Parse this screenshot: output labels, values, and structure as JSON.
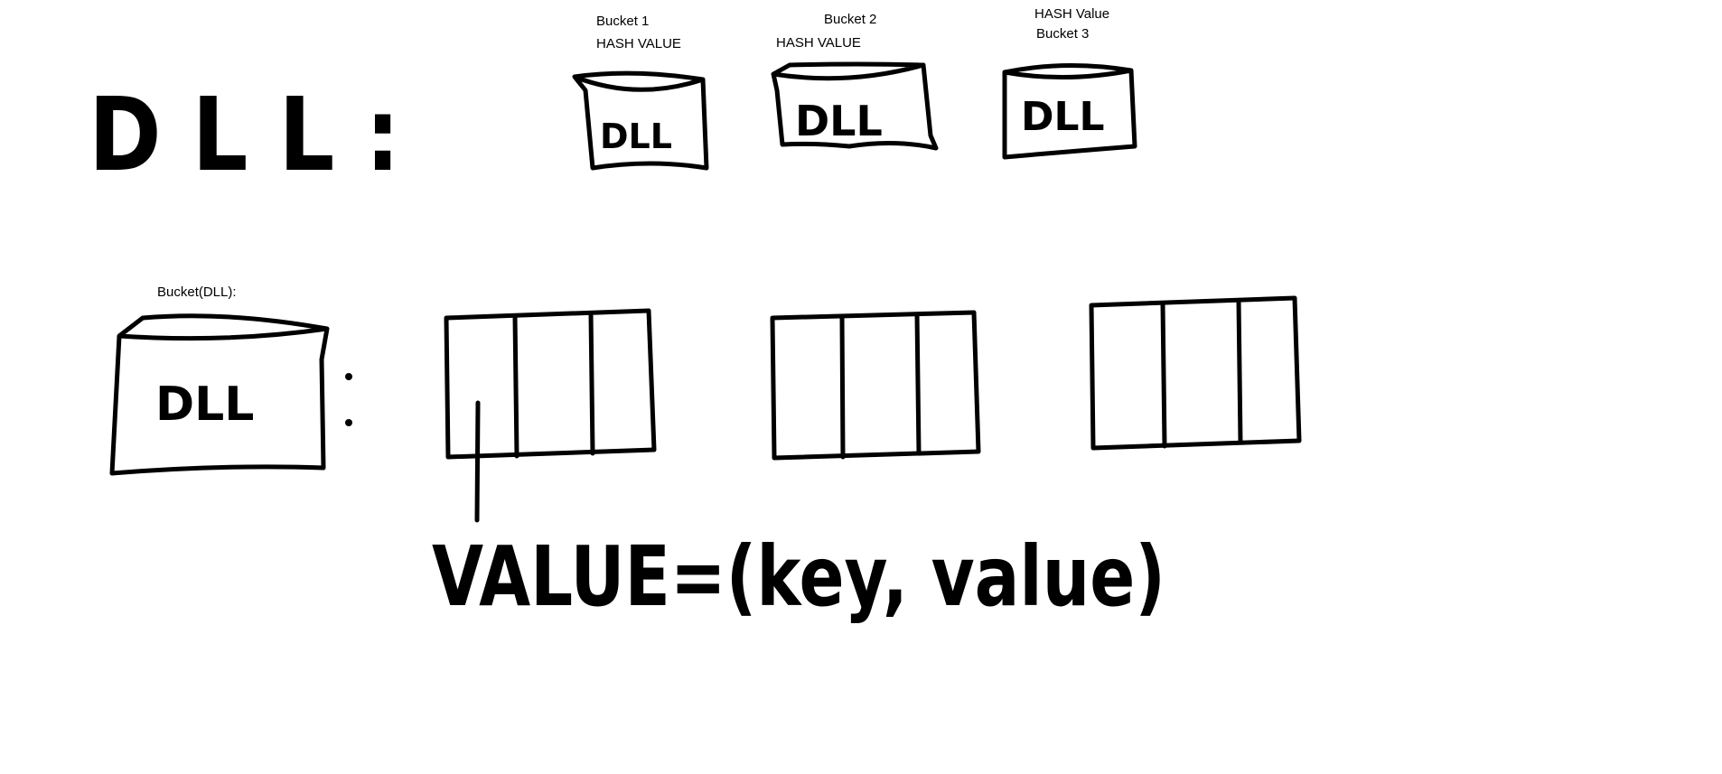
{
  "top_row": {
    "title": "D L L :",
    "buckets": [
      {
        "label_line1": "Bucket 1",
        "label_line2": "HASH VALUE",
        "box_text": "DLL"
      },
      {
        "label_line1": "Bucket 2",
        "label_line2": "HASH VALUE",
        "box_text": "DLL"
      },
      {
        "label_line1": "HASH Value",
        "label_line2": "Bucket 3",
        "box_text": "DLL"
      }
    ]
  },
  "bucket_detail": {
    "heading": "Bucket(DLL):",
    "box_text": "DLL",
    "nodes_count_shown": 3,
    "cells_per_node": 3
  },
  "formula": {
    "text": "VALUE=(key, value)"
  },
  "colors": {
    "ink": "#000000",
    "background": "#ffffff"
  }
}
